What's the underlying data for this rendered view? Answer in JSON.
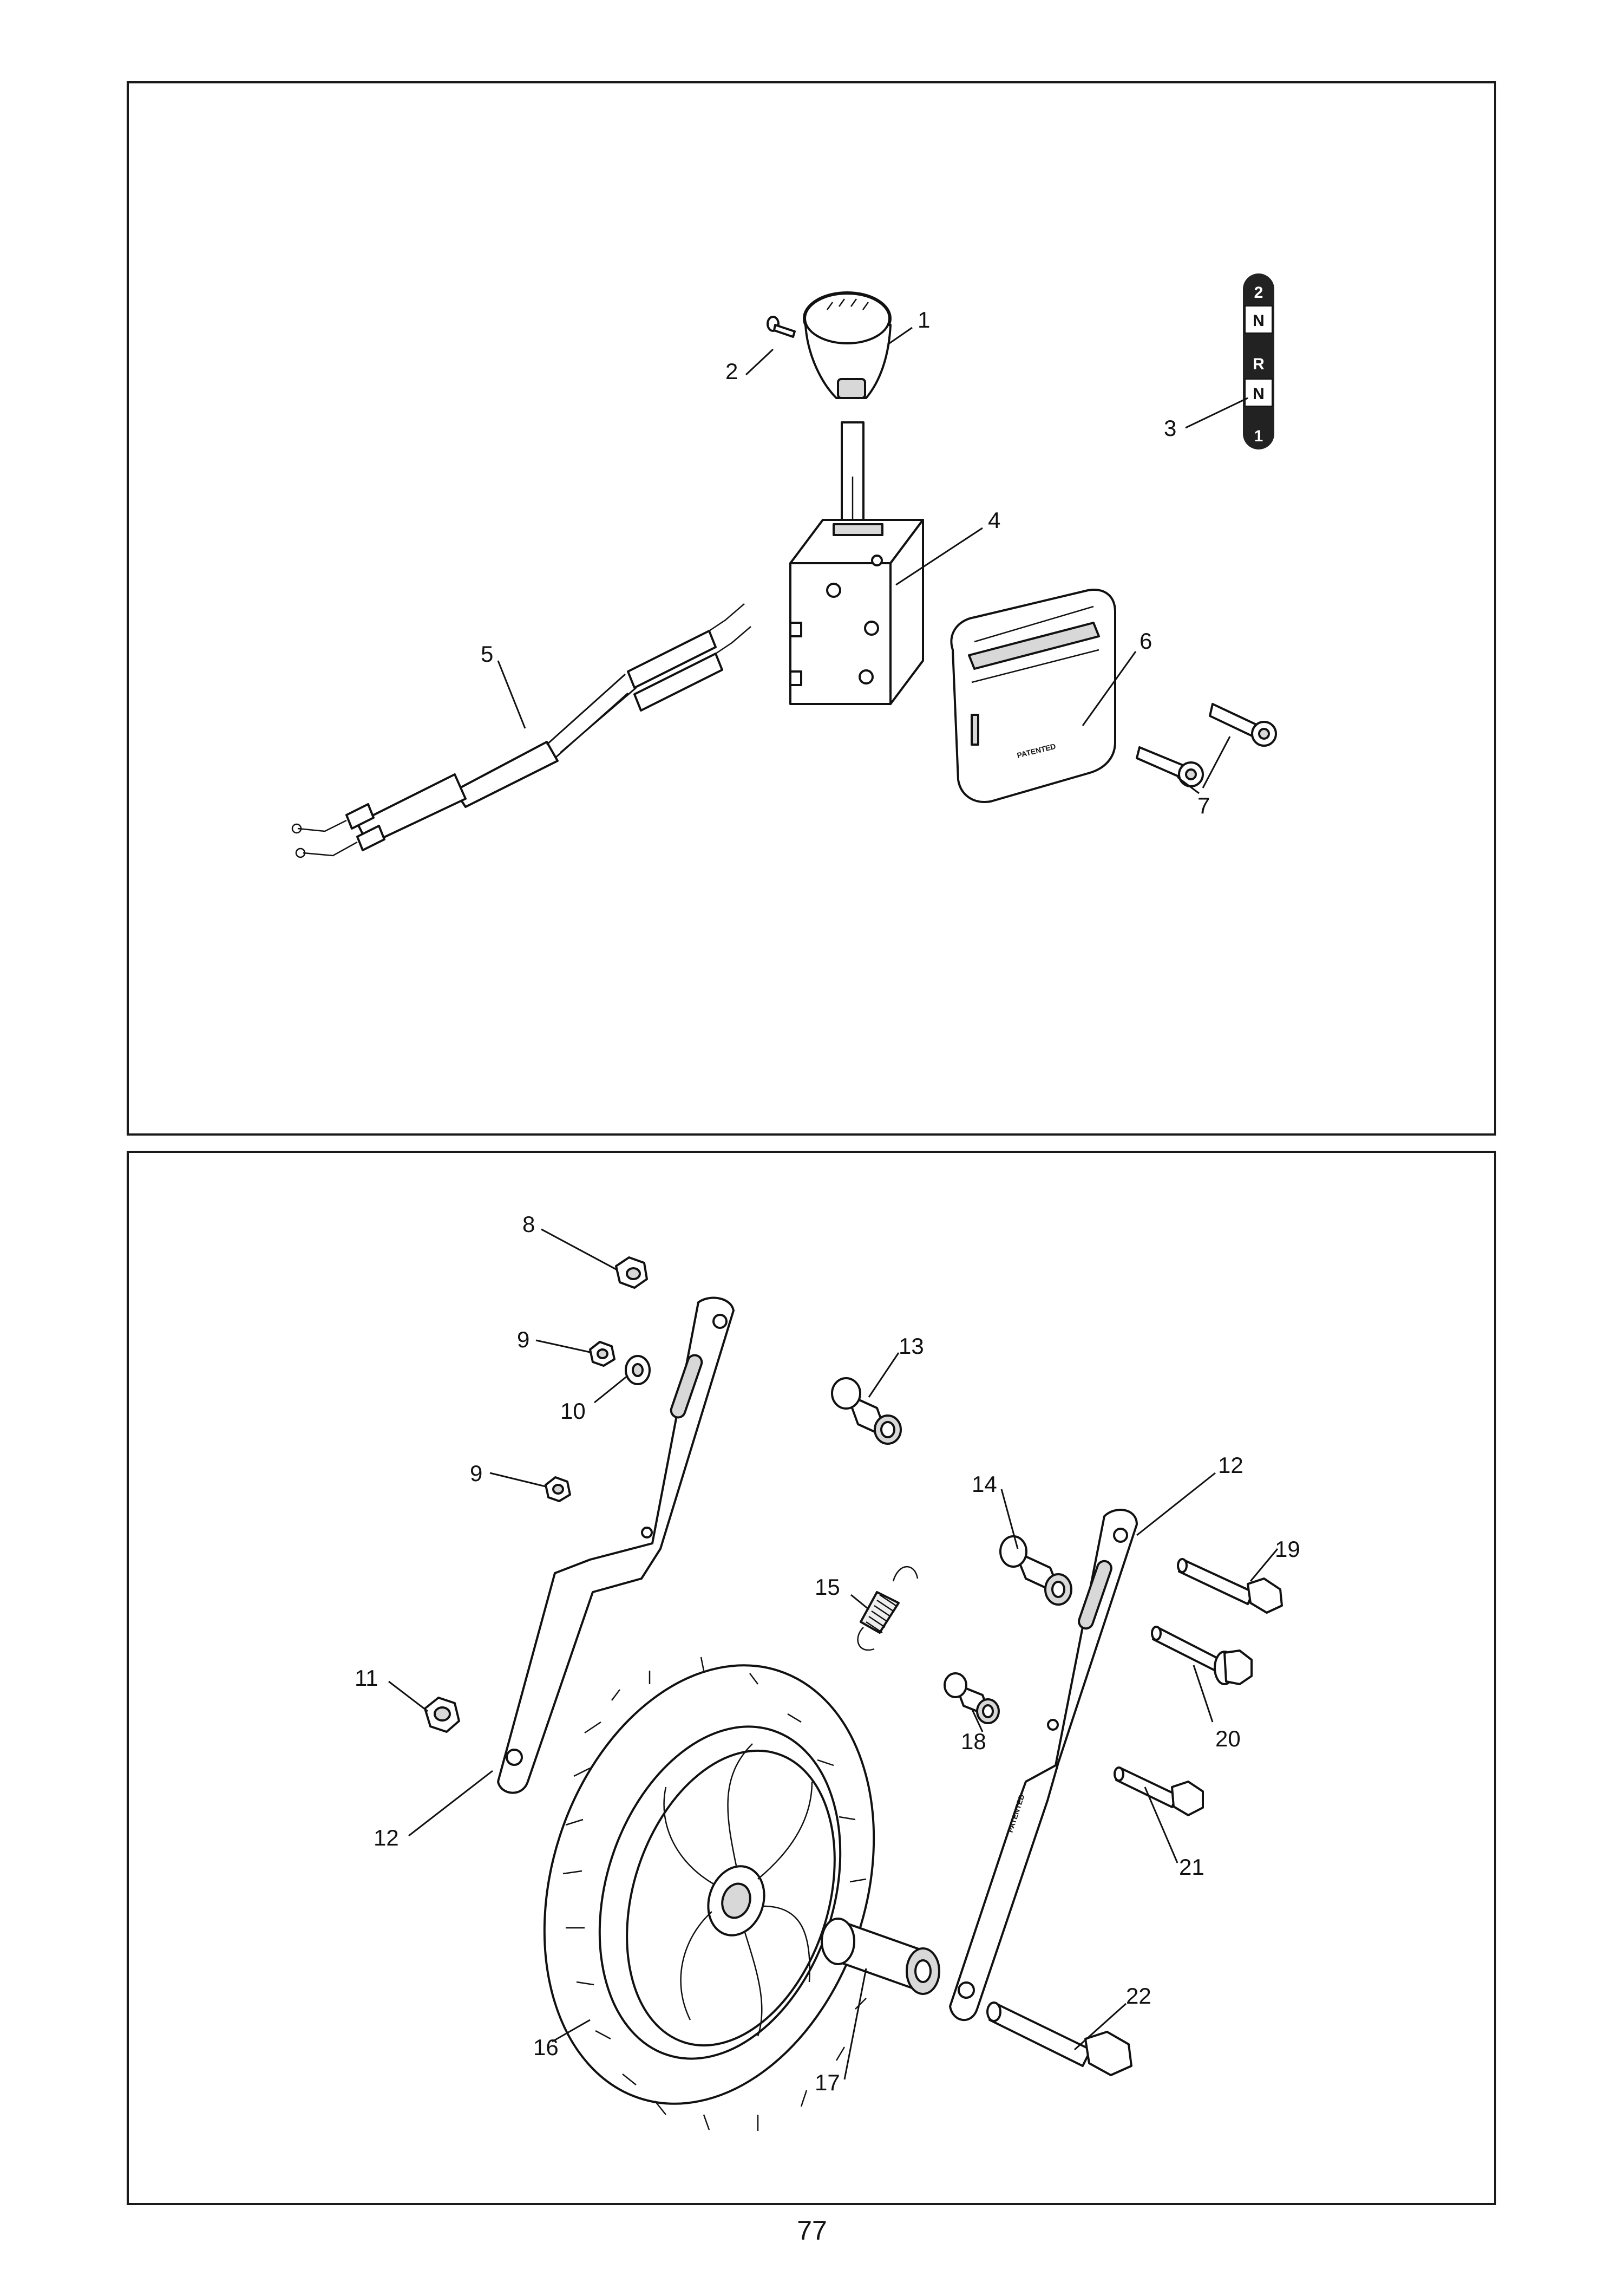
{
  "page": {
    "number": "77"
  },
  "top_panel": {
    "callouts": [
      "1",
      "2",
      "3",
      "4",
      "5",
      "6",
      "7"
    ],
    "gear_indicator": [
      "2",
      "N",
      "R",
      "N",
      "1"
    ],
    "cover_stamp": "PATENTED"
  },
  "bottom_panel": {
    "callouts": [
      "8",
      "9",
      "10",
      "9",
      "11",
      "12",
      "12",
      "13",
      "14",
      "15",
      "16",
      "17",
      "18",
      "19",
      "20",
      "21",
      "22"
    ],
    "bracket_stamp": "PATENTED"
  },
  "colors": {
    "line": "#111111",
    "badge": "#222222",
    "background": "#ffffff"
  }
}
